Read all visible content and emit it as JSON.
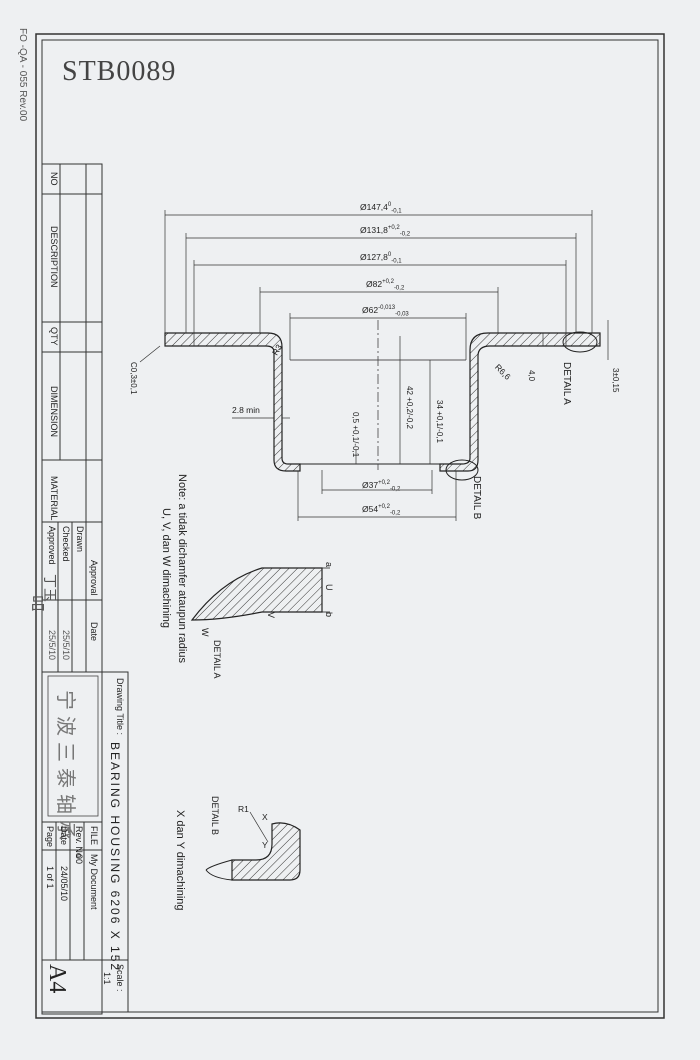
{
  "form_code": "FO -QA - 055 Rev.00",
  "drawing_no": "STB0089",
  "revision_table": {
    "headers": [
      "NO",
      "DESCRIPTION",
      "QTY",
      "DIMENSION",
      "MATERIAL"
    ]
  },
  "approval": {
    "title": "Approval",
    "rows": [
      "Drawn",
      "Checked",
      "Approved"
    ],
    "date_header": "Date",
    "dates": [
      "25/5/10",
      "25/5/10"
    ]
  },
  "title_block": {
    "drawing_title_label": "Drawing Title :",
    "drawing_title": "BEARING HOUSING 6206 X 152",
    "company": "宁波三泰轴承",
    "file_label": "FILE",
    "file_value": "My Document",
    "rev_label": "Rev. No",
    "rev_value": "00",
    "date_label": "Date",
    "date_value": "24/05/10",
    "page_label": "Page",
    "page_value": "1 of 1",
    "scale_label": "Scale :",
    "scale_value": "1:1",
    "size": "A4"
  },
  "dimensions": {
    "d147": "Ø147,4",
    "d147_tol_up": "0",
    "d147_tol_lo": "-0,1",
    "d131": "Ø131,8",
    "d131_tol_up": "+0,2",
    "d131_tol_lo": "-0,2",
    "d127": "Ø127,8",
    "d127_tol_up": "0",
    "d127_tol_lo": "-0,1",
    "d82": "Ø82",
    "d82_tol_up": "+0,2",
    "d82_tol_lo": "-0,2",
    "d62": "Ø62",
    "d62_tol_up": "-0,013",
    "d62_tol_lo": "-0,03",
    "d37": "Ø37",
    "d37_tol_up": "+0,2",
    "d37_tol_lo": "-0,2",
    "d54": "Ø54",
    "d54_tol_up": "+0,2",
    "d54_tol_lo": "-0,2",
    "h42": "42",
    "h42_tol": "+0,2/-0,2",
    "h34": "34",
    "h34_tol": "+0,1/-0,1",
    "h05": "0,5",
    "h05_tol": "+0,1/-0,1",
    "thk4": "4,0",
    "thk3": "3±0,15",
    "r66": "R6,6",
    "r3": "R3",
    "ch": "C0,3±0,1",
    "min28": "2.8 min"
  },
  "labels": {
    "detail_a": "DETAIL A",
    "detail_b": "DETAIL B",
    "note_line1": "Note: a tidak dichamfer ataupun radius",
    "note_line2": "U, V, dan W dimachining",
    "xy_note": "X dan Y dimachining",
    "u": "U",
    "v": "V",
    "w": "W",
    "a": "a",
    "b": "b",
    "x": "X",
    "y": "Y",
    "r1": "R1"
  },
  "signatures": [
    "丁玉",
    "吕"
  ]
}
